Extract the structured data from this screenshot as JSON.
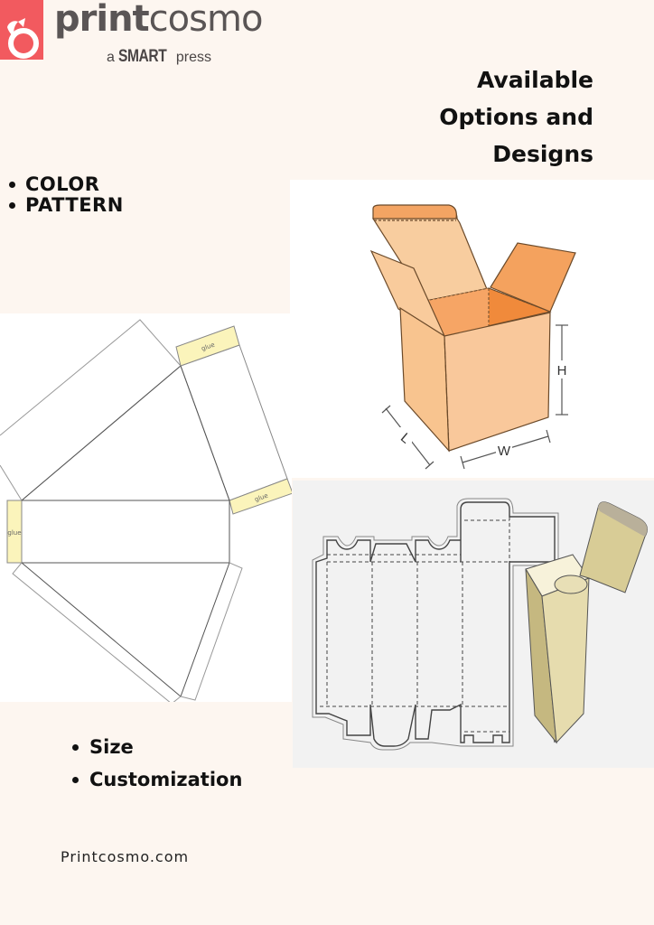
{
  "brand": {
    "name_bold": "print",
    "name_light": "cosmo",
    "tagline_prefix": "a",
    "tagline_smart": "SMART",
    "tagline_suffix": "press",
    "logo_color": "#f25a5f"
  },
  "headline": {
    "lines": [
      "Available",
      "Options and",
      "Designs"
    ]
  },
  "upper_options": {
    "items": [
      "COLOR",
      "PATTERN"
    ]
  },
  "images": {
    "box_diagram": {
      "dimension_labels": {
        "height": "H",
        "length": "L",
        "width": "W"
      },
      "fill_color": "#f9c89b"
    },
    "pattern_template": {
      "glue_labels": [
        "glue",
        "glue",
        "glue"
      ],
      "glue_color": "#fbf4bb"
    },
    "dieline": {
      "box_color": "#e3d9a9"
    }
  },
  "lower_options": {
    "items": [
      "Size",
      "Customization"
    ]
  },
  "footer": {
    "website": "Printcosmo.com"
  },
  "colors": {
    "background": "#fdf6f0",
    "text": "#111111"
  }
}
